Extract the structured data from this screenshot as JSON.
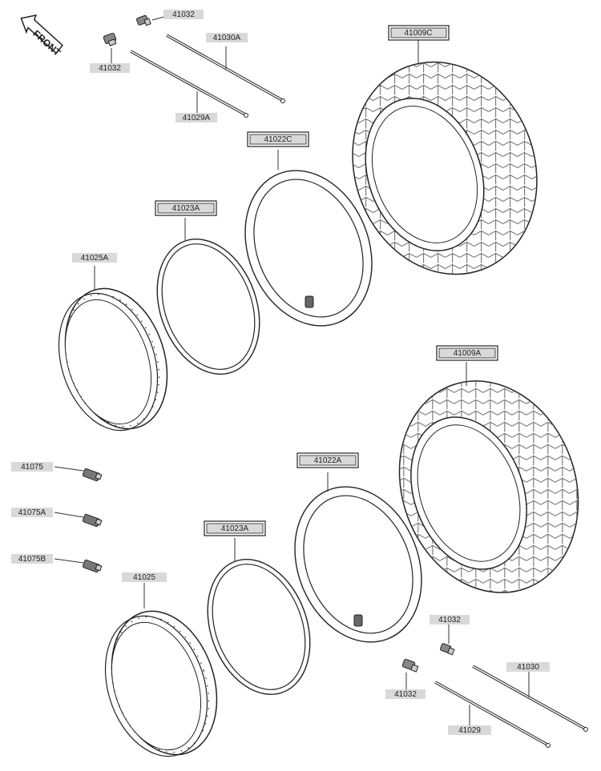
{
  "diagram": {
    "front_label": "FRONT",
    "colors": {
      "label_fill": "#d9d9d9",
      "label_border": "#222222",
      "line": "#333333",
      "tread": "#555555",
      "background": "#ffffff"
    },
    "parts": {
      "valve_cap_top": "41032",
      "valve_top_left": "41032",
      "spoke_top_long": "41030A",
      "spoke_top_short": "41029A",
      "tire_rear": "41009C",
      "tube_rear": "41022C",
      "rim_band_rear": "41023A",
      "rim_rear": "41025A",
      "tire_front": "41009A",
      "nipple_1": "41075",
      "nipple_2": "41075A",
      "nipple_3": "41075B",
      "tube_front": "41022A",
      "rim_band_front": "41023A",
      "rim_front": "41025",
      "valve_cap_bottom": "41032",
      "valve_bottom": "41032",
      "spoke_bottom_long": "41030",
      "spoke_bottom_short": "41029"
    }
  }
}
